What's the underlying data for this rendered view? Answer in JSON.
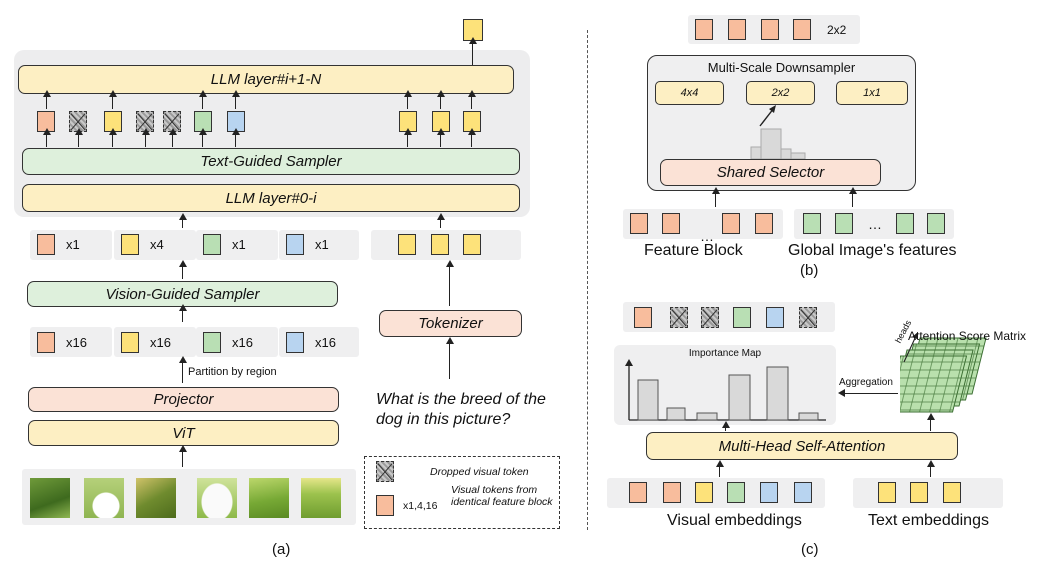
{
  "panel_a": {
    "llm_top": "LLM layer#i+1-N",
    "text_sampler": "Text-Guided Sampler",
    "llm_bottom": "LLM layer#0-i",
    "counts_top": [
      "x1",
      "x4",
      "x1",
      "x1"
    ],
    "vision_sampler": "Vision-Guided Sampler",
    "counts_bottom": [
      "x16",
      "x16",
      "x16",
      "x16"
    ],
    "partition_label": "Partition by region",
    "projector": "Projector",
    "vit": "ViT",
    "tokenizer": "Tokenizer",
    "question": "What is the breed of the dog in this picture?",
    "legend": {
      "dropped": "Dropped visual token",
      "mult": "x1,4,16",
      "identical": "Visual tokens from identical feature block"
    },
    "caption": "(a)"
  },
  "panel_b": {
    "scale_label": "2x2",
    "title": "Multi-Scale Downsampler",
    "scales": [
      "4x4",
      "2x2",
      "1x1"
    ],
    "selector": "Shared Selector",
    "feature_block": "Feature Block",
    "ellipsis": "…",
    "global_features": "Global Image's features",
    "caption": "(b)"
  },
  "panel_c": {
    "importance_map": "Importance Map",
    "aggregation": "Aggregation",
    "heads": "heads",
    "attention_matrix": "Attention Score Matrix",
    "mhsa": "Multi-Head Self-Attention",
    "visual_embeddings": "Visual embeddings",
    "text_embeddings": "Text embeddings",
    "caption": "(c)"
  },
  "colors": {
    "pink_token": "#f8bd9d",
    "yellow_token": "#fde27a",
    "green_token": "#b9dfb4",
    "blue_token": "#b8d4f0"
  }
}
